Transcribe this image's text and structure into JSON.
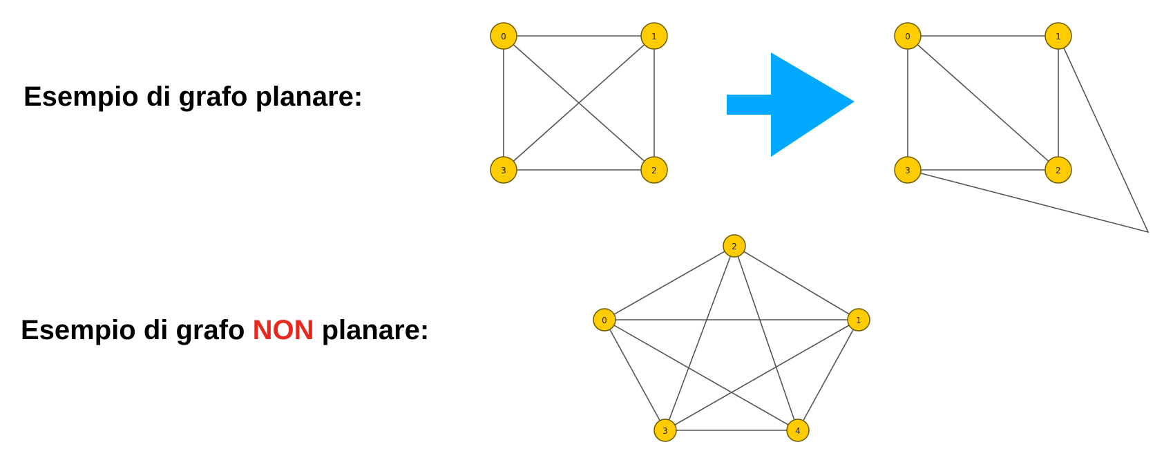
{
  "labels": {
    "planar": {
      "prefix": "Esempio di grafo planare:"
    },
    "nonplanar": {
      "prefix": "Esempio di grafo ",
      "highlight": "NON",
      "suffix": " planare:"
    }
  },
  "colors": {
    "node_fill": "#ffcc00",
    "arrow": "#00a8ff",
    "highlight": "#e8281c"
  },
  "graphs": {
    "planar_before": {
      "nodes": [
        "0",
        "1",
        "2",
        "3"
      ],
      "edges": [
        [
          "0",
          "1"
        ],
        [
          "0",
          "3"
        ],
        [
          "0",
          "2"
        ],
        [
          "1",
          "2"
        ],
        [
          "1",
          "3"
        ],
        [
          "3",
          "2"
        ]
      ]
    },
    "planar_after": {
      "nodes": [
        "0",
        "1",
        "2",
        "3"
      ],
      "edges": [
        [
          "0",
          "1"
        ],
        [
          "0",
          "3"
        ],
        [
          "0",
          "2"
        ],
        [
          "1",
          "2"
        ],
        [
          "3",
          "2"
        ],
        [
          "1",
          "3"
        ]
      ]
    },
    "k5": {
      "nodes": [
        "0",
        "1",
        "2",
        "3",
        "4"
      ],
      "edges": [
        [
          "0",
          "1"
        ],
        [
          "0",
          "2"
        ],
        [
          "0",
          "3"
        ],
        [
          "0",
          "4"
        ],
        [
          "1",
          "2"
        ],
        [
          "1",
          "3"
        ],
        [
          "1",
          "4"
        ],
        [
          "2",
          "3"
        ],
        [
          "2",
          "4"
        ],
        [
          "3",
          "4"
        ]
      ]
    }
  },
  "arrow_icon": "right-arrow-icon"
}
